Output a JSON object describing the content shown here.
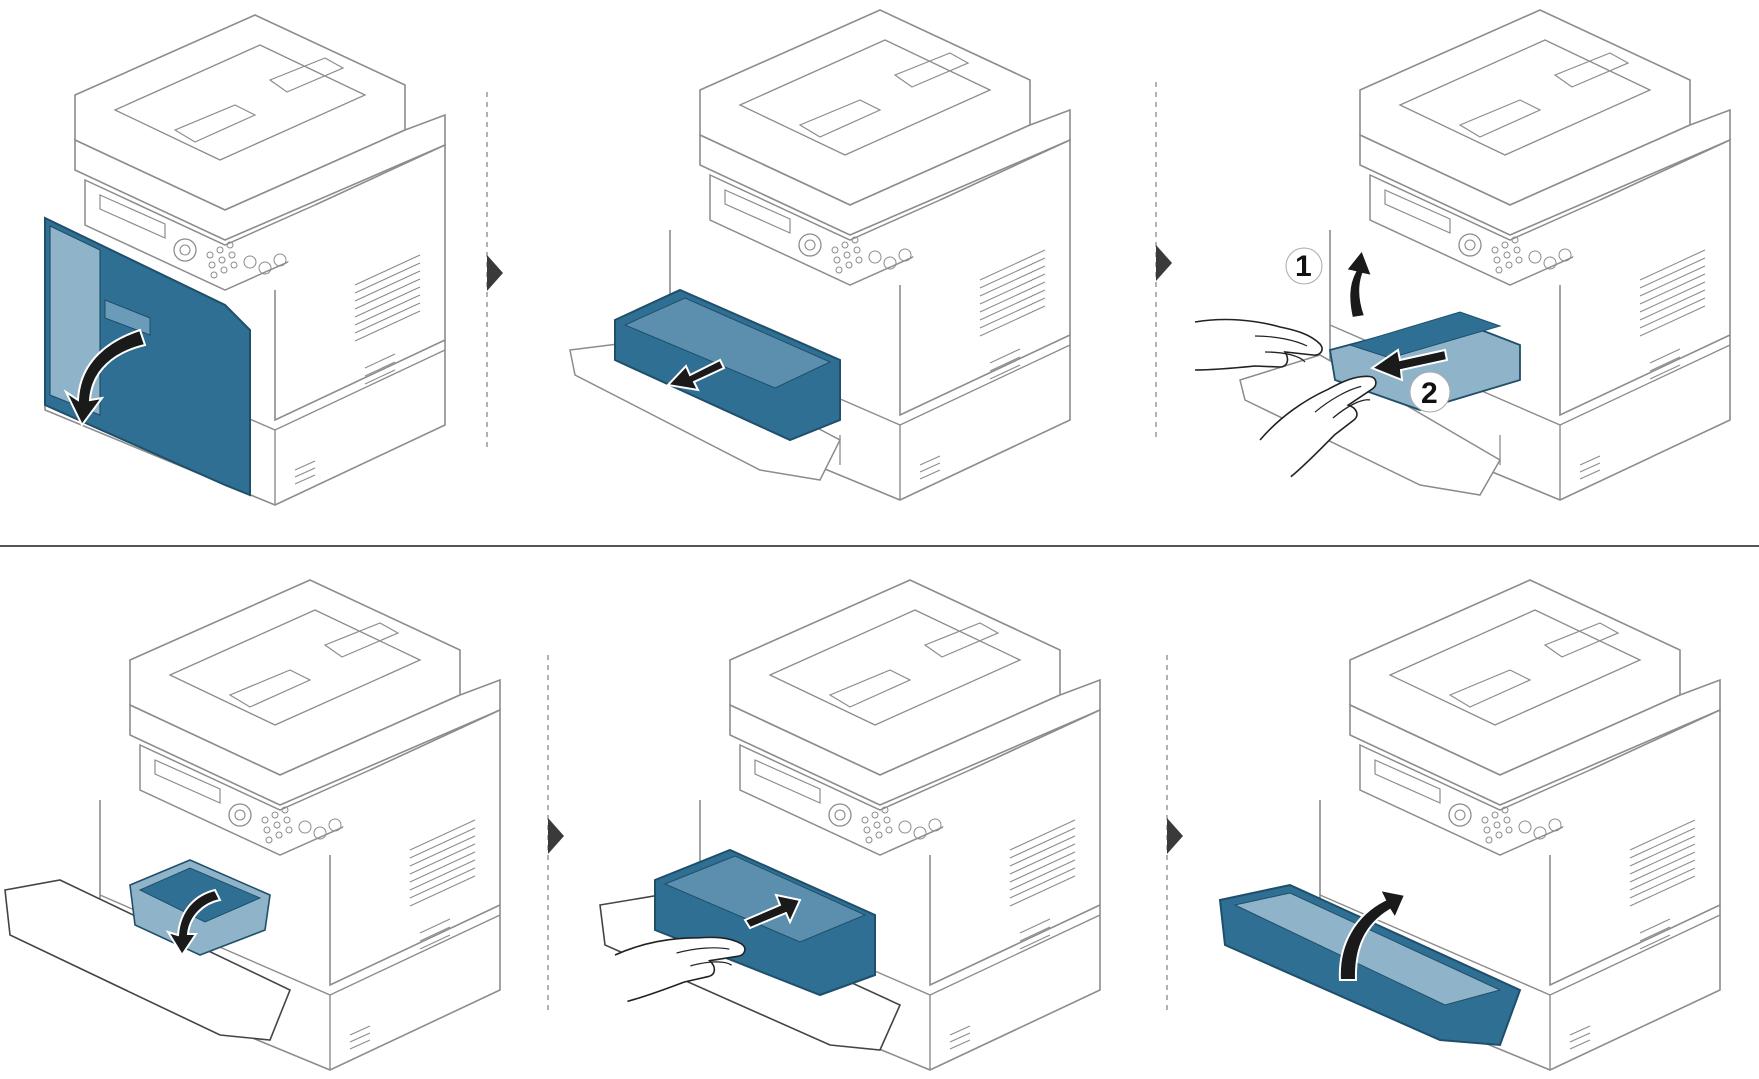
{
  "diagram": {
    "steps": [
      {
        "id": "step-1",
        "action": "open-front-cover"
      },
      {
        "id": "step-2",
        "action": "remove-toner-cartridge"
      },
      {
        "id": "step-3",
        "action": "pull-out-jammed-paper",
        "callouts": [
          {
            "label": "1"
          },
          {
            "label": "2"
          }
        ]
      },
      {
        "id": "step-4",
        "action": "close-inner-guide"
      },
      {
        "id": "step-5",
        "action": "insert-toner-cartridge"
      },
      {
        "id": "step-6",
        "action": "close-front-cover"
      }
    ],
    "colors": {
      "line": "#8c8c8c",
      "accent_fill": "#2e6f93",
      "accent_light": "#8fb4c9",
      "arrow": "#1a1a1a",
      "divider": "#555555",
      "separator": "#888888"
    },
    "icons": [
      "chevron-right-icon",
      "curved-arrow-icon",
      "straight-arrow-icon",
      "hand-icon"
    ]
  }
}
